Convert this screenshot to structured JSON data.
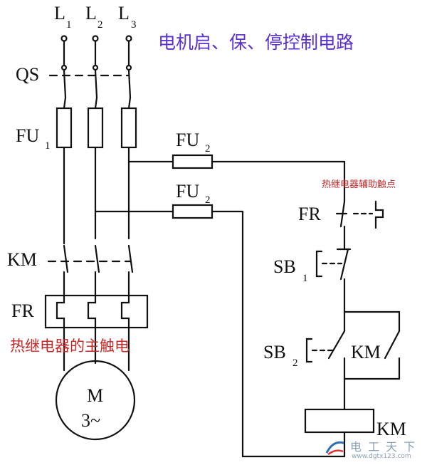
{
  "title": "电机启、保、停控制电路",
  "annotations": {
    "aux_contact": "热继电器辅助触点",
    "main_contact": "热继电器的主触电"
  },
  "labels": {
    "L": "L",
    "L1_sub": "1",
    "L2_sub": "2",
    "L3_sub": "3",
    "QS": "QS",
    "FU": "FU",
    "FU1_sub": "1",
    "FU2_sub": "2",
    "KM": "KM",
    "FR": "FR",
    "SB": "SB",
    "SB1_sub": "1",
    "SB2_sub": "2",
    "motor_M": "M",
    "motor_type": "3~"
  },
  "watermark": {
    "text": "电 工 天 下",
    "url": "www.dgtx123.com"
  },
  "colors": {
    "line": "#111111",
    "title": "#5a2fd0",
    "annotation": "#c62828"
  }
}
